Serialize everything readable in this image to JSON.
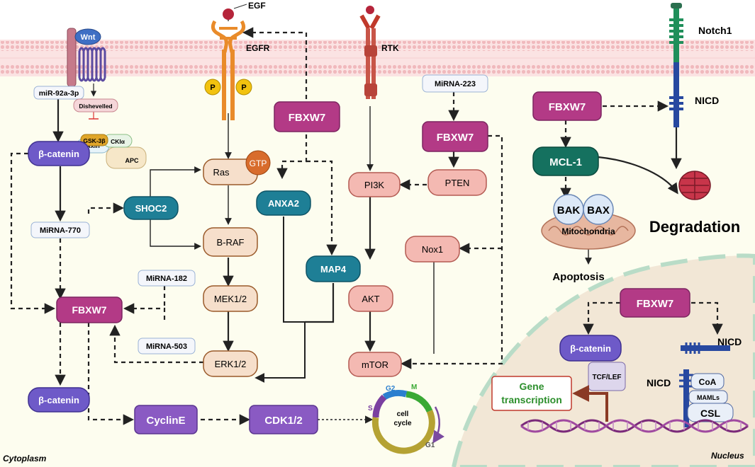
{
  "labels": {
    "egf": "EGF",
    "egfr": "EGFR",
    "rtk": "RTK",
    "notch1": "Notch1",
    "wnt": "Wnt",
    "p": "P",
    "gtp": "GTP",
    "cytoplasm": "Cytoplasm",
    "nucleus": "Nucleus",
    "degradation": "Degradation",
    "apoptosis": "Apoptosis",
    "mitochondria": "Mitochondria",
    "nicd": "NICD",
    "gene_transcription_1": "Gene",
    "gene_transcription_2": "transcription"
  },
  "nodes": {
    "mir92a": "miR-92a-3p",
    "dishevelled": "Dishevelled",
    "gsk3b": "GSK-3β",
    "ckia": "CKIα",
    "axin": "Axin",
    "apc": "APC",
    "bcatenin_top": "β-catenin",
    "mirna770": "MiRNA-770",
    "fbxw7_left": "FBXW7",
    "bcatenin_bottom": "β-catenin",
    "shoc2": "SHOC2",
    "mirna182": "MiRNA-182",
    "mirna503": "MiRNA-503",
    "ras": "Ras",
    "braf": "B-RAF",
    "mek": "MEK1/2",
    "erk": "ERK1/2",
    "fbxw7_mid": "FBXW7",
    "anxa2": "ANXA2",
    "map4": "MAP4",
    "pi3k": "PI3K",
    "akt": "AKT",
    "mtor": "mTOR",
    "mirna223": "MiRNA-223",
    "fbxw7_pi3k": "FBXW7",
    "pten": "PTEN",
    "nox1": "Nox1",
    "cycline": "CyclinE",
    "cdk": "CDK1/2",
    "fbxw7_notch": "FBXW7",
    "mcl1": "MCL-1",
    "bak": "BAK",
    "bax": "BAX",
    "fbxw7_nucleus": "FBXW7",
    "bcatenin_nucleus": "β-catenin",
    "tcflef": "TCF/LEF",
    "coa": "CoA",
    "mamls": "MAMLs",
    "csl": "CSL"
  },
  "cell_cycle": {
    "label_1": "cell",
    "label_2": "cycle",
    "phases": [
      "G2",
      "M",
      "S",
      "G1"
    ]
  },
  "colors": {
    "fbxw7": "#b33a86",
    "bcatenin": "#6e5ac8",
    "teal": "#1e7f96",
    "pink_node": "#f4b9b2",
    "tan_node": "#f6dfcb",
    "mirna_border": "#9bb3d6",
    "mcl1": "#15715f",
    "membrane": "#f4c3c6",
    "cytoplasm": "#fdfdee",
    "nucleus": "#f2e7d6",
    "green_text": "#2c8f2c",
    "brown_arrow": "#8a3a25"
  }
}
